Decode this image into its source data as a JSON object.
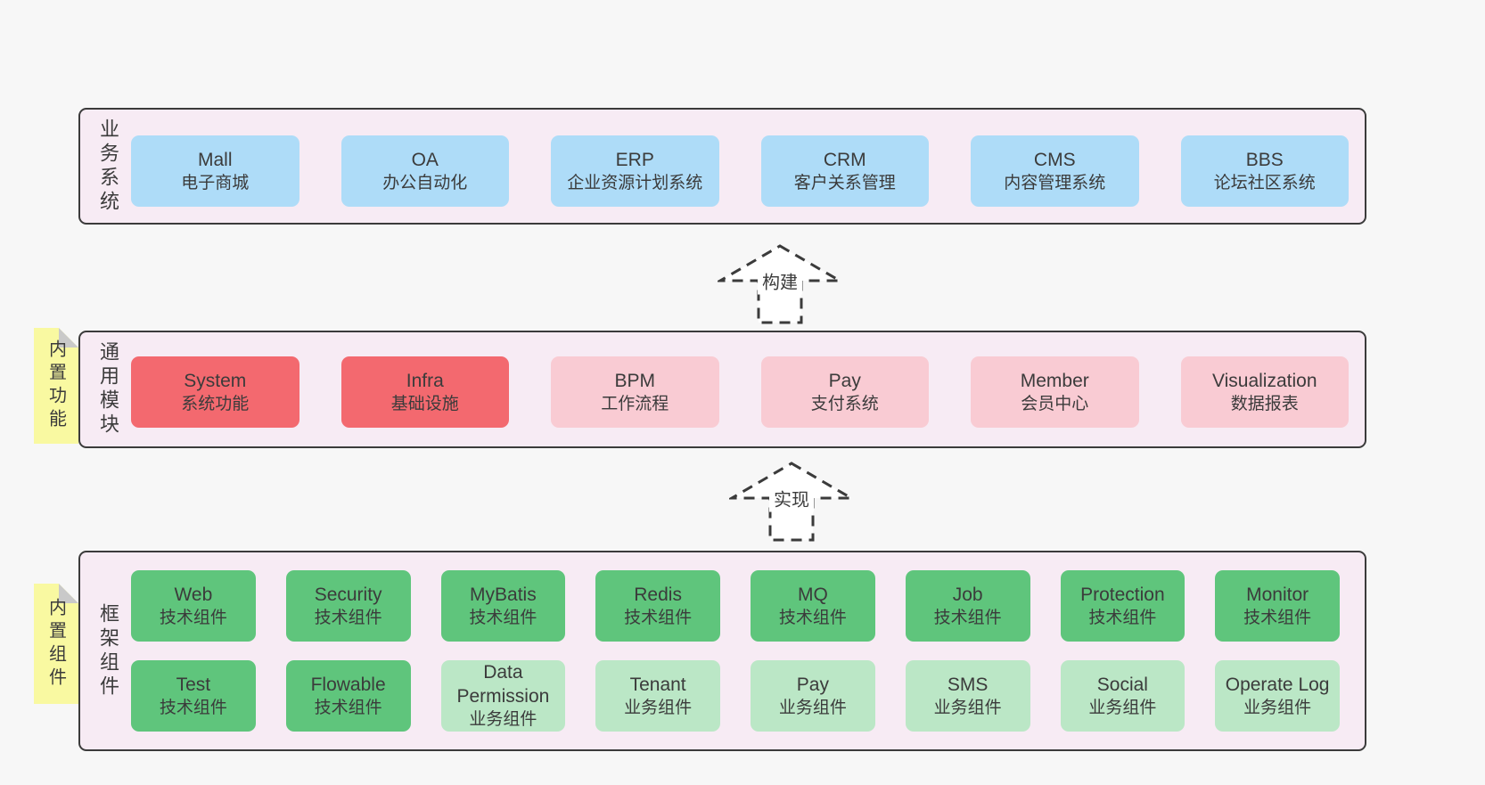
{
  "colors": {
    "page-bg": "#f7f7f7",
    "band-bg": "#f7ebf4",
    "band-border": "#3b3b3b",
    "blue": "#aedcf8",
    "red": "#f3696f",
    "pink": "#f9cbd3",
    "green": "#5fc57c",
    "light-green": "#bbe7c6",
    "yellow": "#f9f9a1",
    "fold-gray": "#c9c9c9",
    "text": "#3b3b3b"
  },
  "arrows": [
    {
      "label": "构建"
    },
    {
      "label": "实现"
    }
  ],
  "bands": [
    {
      "side_label": "业务系统",
      "boxes": [
        {
          "title": "Mall",
          "subtitle": "电子商城"
        },
        {
          "title": "OA",
          "subtitle": "办公自动化"
        },
        {
          "title": "ERP",
          "subtitle": "企业资源计划系统"
        },
        {
          "title": "CRM",
          "subtitle": "客户关系管理"
        },
        {
          "title": "CMS",
          "subtitle": "内容管理系统"
        },
        {
          "title": "BBS",
          "subtitle": "论坛社区系统"
        }
      ]
    },
    {
      "side_label": "通用模块",
      "note": "内置功能",
      "boxes": [
        {
          "title": "System",
          "subtitle": "系统功能"
        },
        {
          "title": "Infra",
          "subtitle": "基础设施"
        },
        {
          "title": "BPM",
          "subtitle": "工作流程"
        },
        {
          "title": "Pay",
          "subtitle": "支付系统"
        },
        {
          "title": "Member",
          "subtitle": "会员中心"
        },
        {
          "title": "Visualization",
          "subtitle": "数据报表"
        }
      ]
    },
    {
      "side_label": "框架组件",
      "note": "内置组件",
      "rows": [
        [
          {
            "title": "Web",
            "subtitle": "技术组件"
          },
          {
            "title": "Security",
            "subtitle": "技术组件"
          },
          {
            "title": "MyBatis",
            "subtitle": "技术组件"
          },
          {
            "title": "Redis",
            "subtitle": "技术组件"
          },
          {
            "title": "MQ",
            "subtitle": "技术组件"
          },
          {
            "title": "Job",
            "subtitle": "技术组件"
          },
          {
            "title": "Protection",
            "subtitle": "技术组件"
          },
          {
            "title": "Monitor",
            "subtitle": "技术组件"
          }
        ],
        [
          {
            "title": "Test",
            "subtitle": "技术组件"
          },
          {
            "title": "Flowable",
            "subtitle": "技术组件"
          },
          {
            "title": "Data Permission",
            "subtitle": "业务组件"
          },
          {
            "title": "Tenant",
            "subtitle": "业务组件"
          },
          {
            "title": "Pay",
            "subtitle": "业务组件"
          },
          {
            "title": "SMS",
            "subtitle": "业务组件"
          },
          {
            "title": "Social",
            "subtitle": "业务组件"
          },
          {
            "title": "Operate Log",
            "subtitle": "业务组件"
          }
        ]
      ]
    }
  ]
}
